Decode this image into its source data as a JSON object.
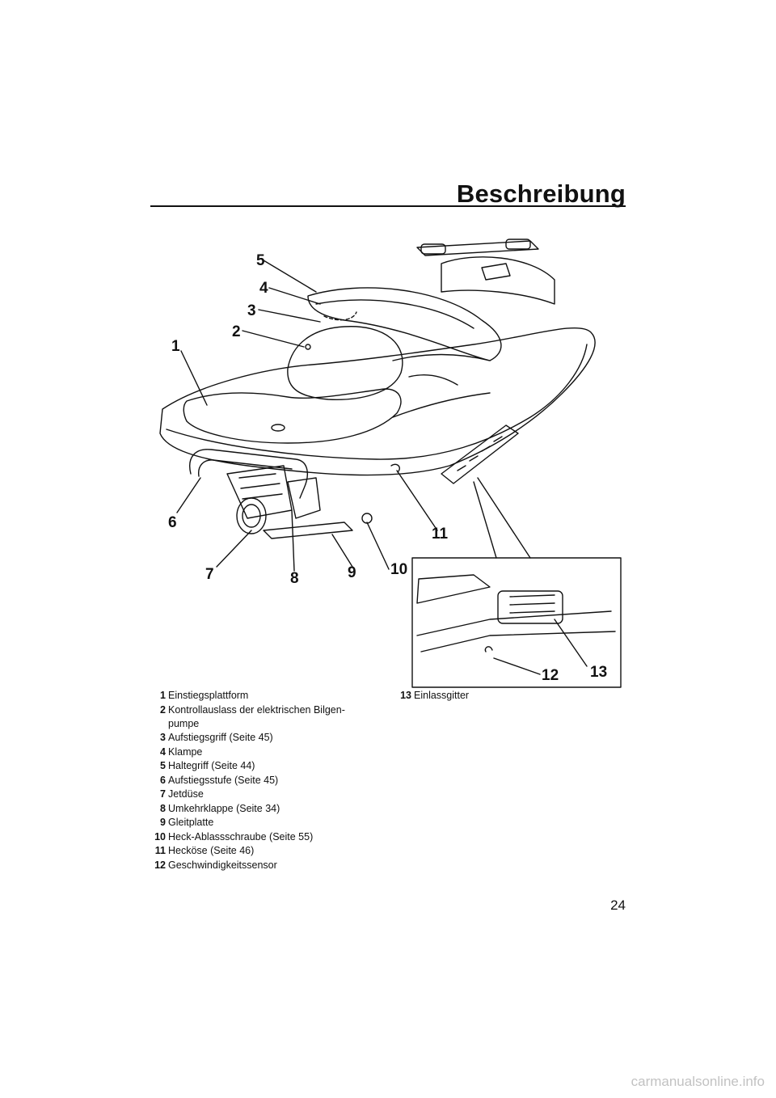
{
  "page": {
    "title": "Beschreibung",
    "page_number": "24",
    "watermark": "carmanualsonline.info"
  },
  "figure": {
    "callouts": [
      "1",
      "2",
      "3",
      "4",
      "5",
      "6",
      "7",
      "8",
      "9",
      "10",
      "11",
      "12",
      "13"
    ]
  },
  "legend": {
    "left": [
      {
        "num": "1",
        "text": "Einstiegsplattform"
      },
      {
        "num": "2",
        "text": "Kontrollauslass der elektrischen Bilgen-pumpe"
      },
      {
        "num": "3",
        "text": "Aufstiegsgriff (Seite 45)"
      },
      {
        "num": "4",
        "text": "Klampe"
      },
      {
        "num": "5",
        "text": "Haltegriff (Seite 44)"
      },
      {
        "num": "6",
        "text": "Aufstiegsstufe (Seite 45)"
      },
      {
        "num": "7",
        "text": "Jetdüse"
      },
      {
        "num": "8",
        "text": "Umkehrklappe (Seite 34)"
      },
      {
        "num": "9",
        "text": "Gleitplatte"
      },
      {
        "num": "10",
        "text": "Heck-Ablassschraube (Seite 55)"
      },
      {
        "num": "11",
        "text": "Hecköse (Seite 46)"
      },
      {
        "num": "12",
        "text": "Geschwindigkeitssensor"
      }
    ],
    "right": [
      {
        "num": "13",
        "text": "Einlassgitter"
      }
    ]
  }
}
